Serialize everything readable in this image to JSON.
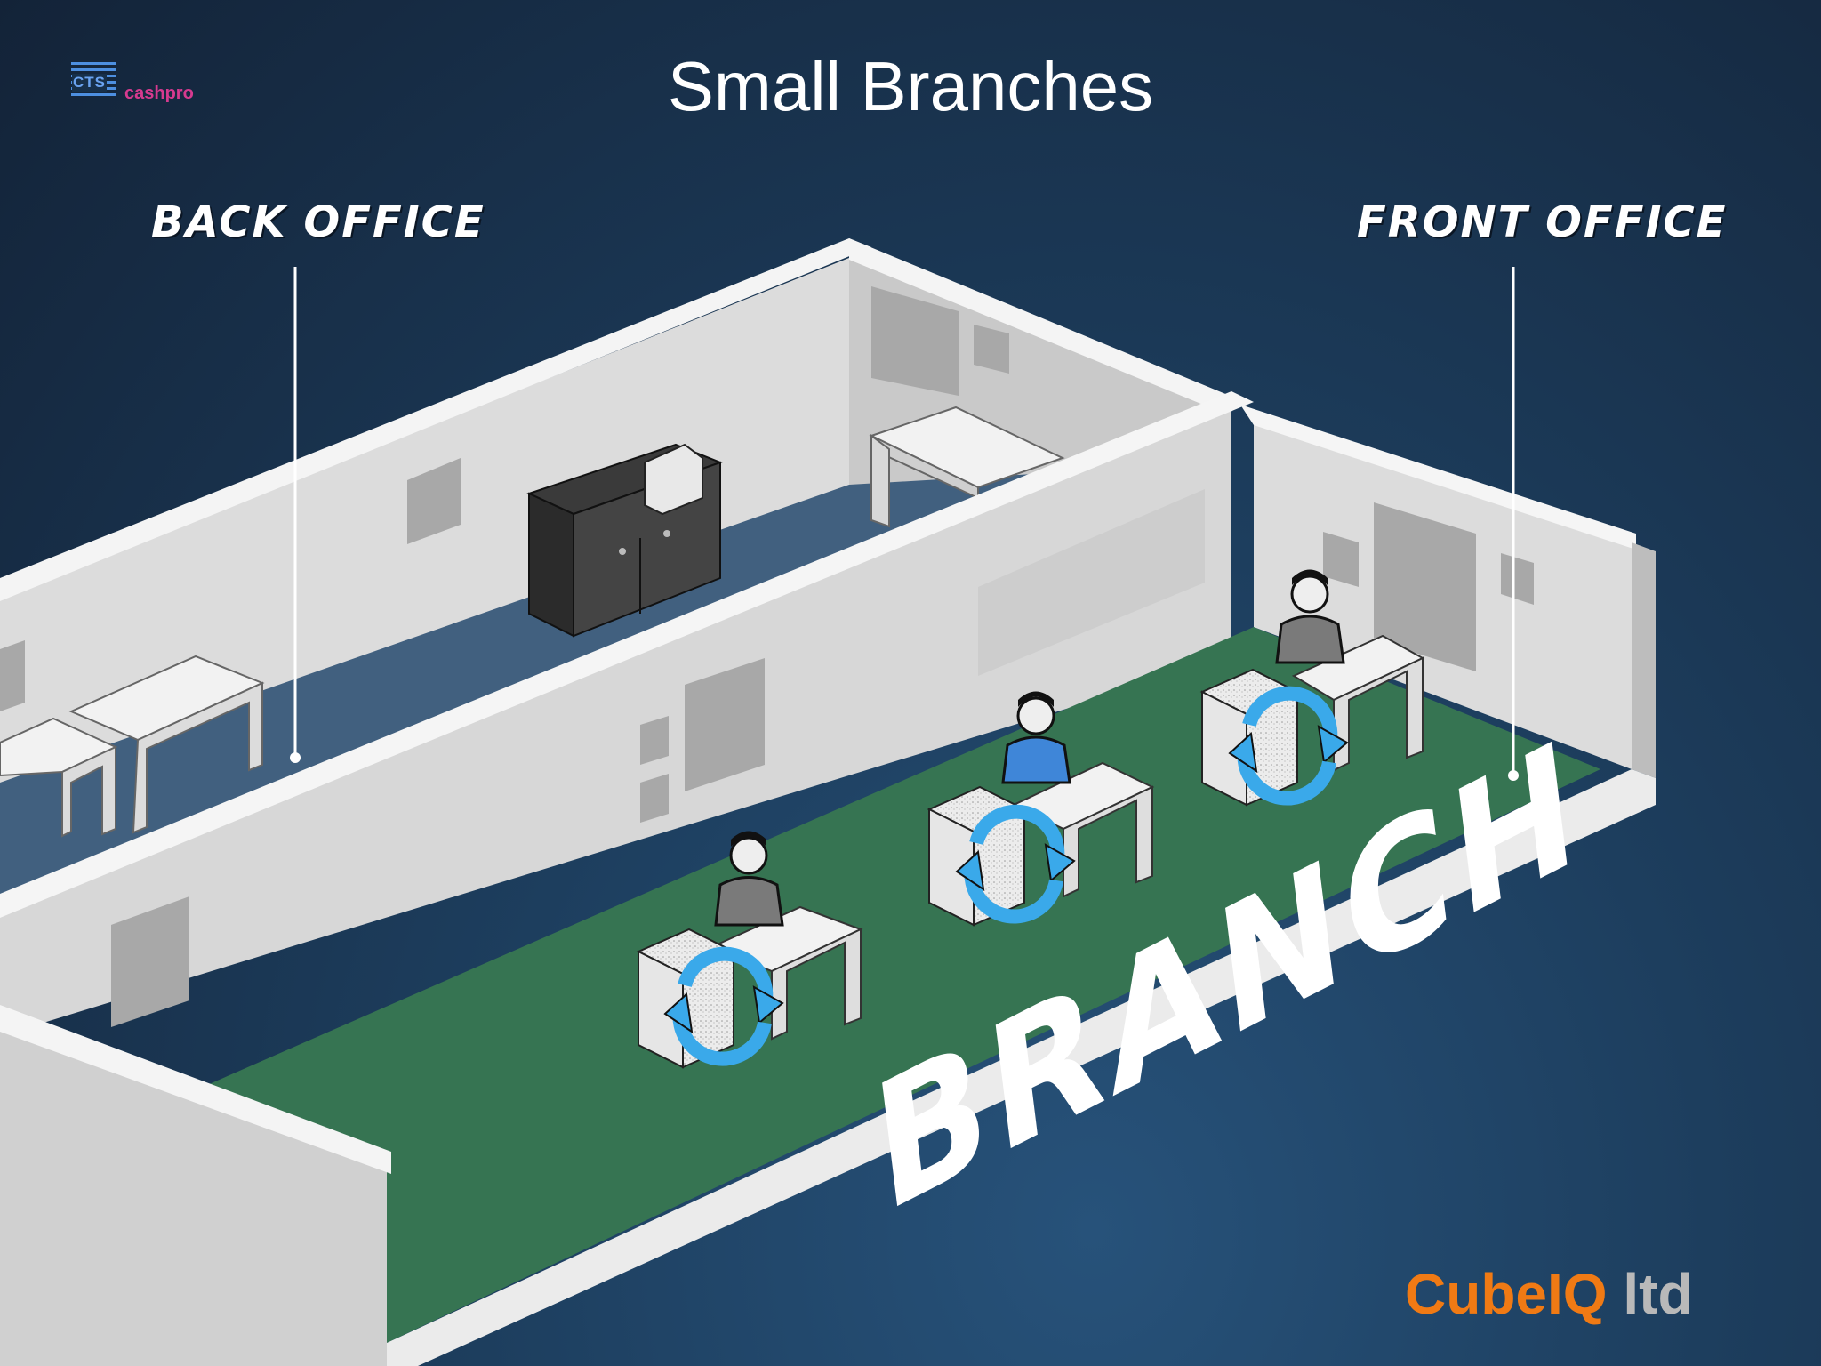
{
  "page": {
    "title": "Small Branches"
  },
  "labels": {
    "back_office": "BACK OFFICE",
    "front_office": "FRONT OFFICE"
  },
  "floor": {
    "branch_word": "BRANCH"
  },
  "logo": {
    "cts": "CTS",
    "cashpro": "cashpro"
  },
  "brand": {
    "name_main": "CubeIQ",
    "name_suffix": "ltd"
  },
  "colors": {
    "background": "#1b3a58",
    "wall": "#d9d9d9",
    "back_floor": "#41607f",
    "front_floor": "#367452",
    "accent_orange": "#f07a14",
    "recycle_blue": "#3aa9ea",
    "teller_blue": "#3f86d8",
    "logo_pink": "#d63a8f"
  },
  "scene": {
    "tellers": [
      {
        "shirt": "gray"
      },
      {
        "shirt": "blue"
      },
      {
        "shirt": "gray"
      }
    ],
    "icons": [
      "cash-recycler-icon",
      "recycle-arrows-icon",
      "person-icon",
      "safe-icon",
      "bench-icon"
    ]
  }
}
